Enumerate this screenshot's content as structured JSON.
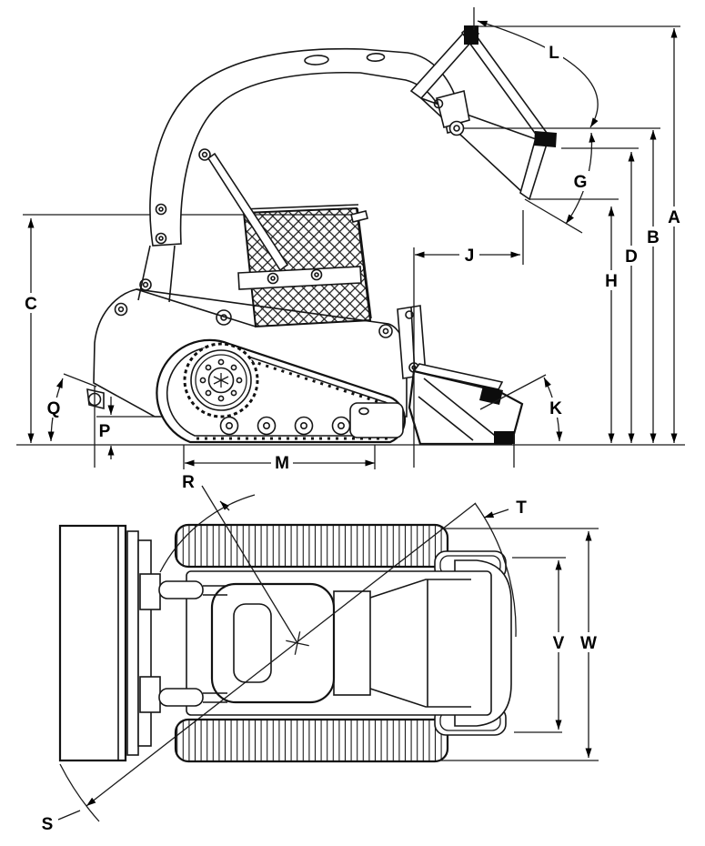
{
  "figure": {
    "type": "technical-dimension-diagram",
    "subject": "compact track loader line drawing",
    "views": [
      {
        "name": "side-elevation",
        "dimension_labels": [
          "A",
          "B",
          "C",
          "D",
          "G",
          "H",
          "J",
          "K",
          "L",
          "M",
          "P",
          "Q"
        ]
      },
      {
        "name": "top-plan",
        "dimension_labels": [
          "R",
          "S",
          "T",
          "V",
          "W"
        ]
      }
    ]
  },
  "labels": {
    "A": "A",
    "B": "B",
    "C": "C",
    "D": "D",
    "G": "G",
    "H": "H",
    "J": "J",
    "K": "K",
    "L": "L",
    "M": "M",
    "P": "P",
    "Q": "Q",
    "R": "R",
    "S": "S",
    "T": "T",
    "V": "V",
    "W": "W"
  },
  "colors": {
    "line": "#161616",
    "background": "#ffffff",
    "fill_black": "#0c0c0c"
  }
}
